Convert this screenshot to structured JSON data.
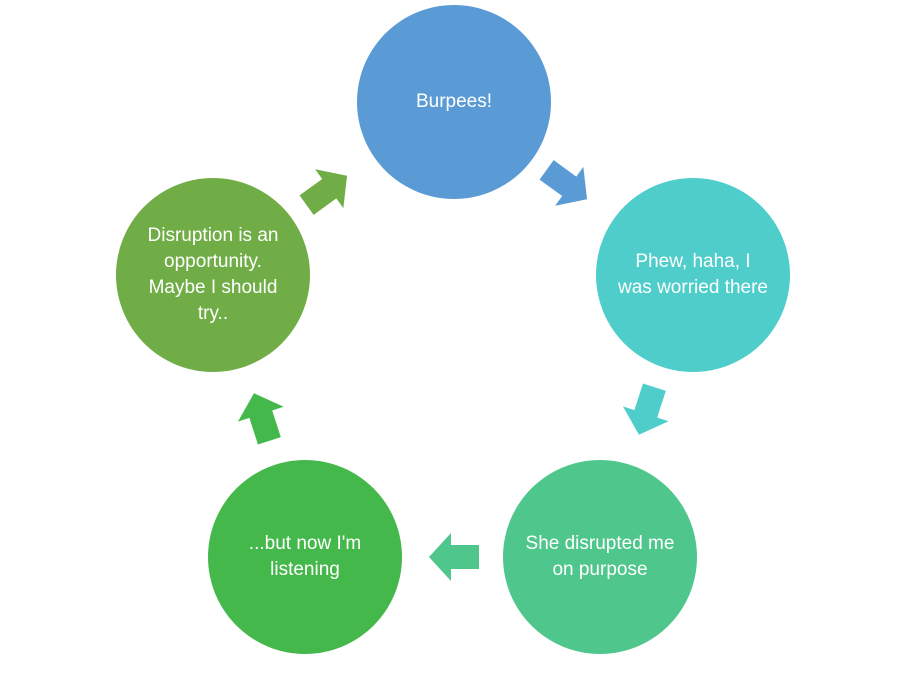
{
  "diagram": {
    "nodes": [
      {
        "id": "burpees",
        "label": "Burpees!",
        "color": "#5b9bd5"
      },
      {
        "id": "phew",
        "label": "Phew, haha, I was worried there",
        "color": "#4ecdca"
      },
      {
        "id": "disrupted",
        "label": "She disrupted me on purpose",
        "color": "#4fc68c"
      },
      {
        "id": "listening",
        "label": "...but now I'm listening",
        "color": "#45b84c"
      },
      {
        "id": "opportunity",
        "label": "Disruption is an opportunity. Maybe I should try..",
        "color": "#70ad47"
      }
    ],
    "arrows": [
      {
        "from": "burpees",
        "to": "phew",
        "color": "#5b9bd5"
      },
      {
        "from": "phew",
        "to": "disrupted",
        "color": "#4ecdca"
      },
      {
        "from": "disrupted",
        "to": "listening",
        "color": "#4fc68c"
      },
      {
        "from": "listening",
        "to": "opportunity",
        "color": "#45b84c"
      },
      {
        "from": "opportunity",
        "to": "burpees",
        "color": "#70ad47"
      }
    ]
  }
}
